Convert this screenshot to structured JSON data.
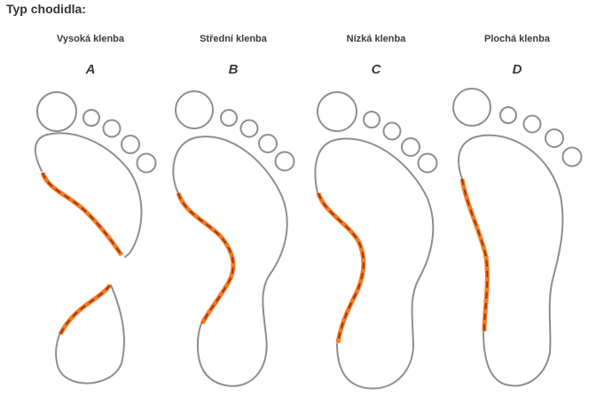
{
  "header": {
    "title": "Typ chodidla:"
  },
  "columns": [
    {
      "label": "Vysoká klenba",
      "letter": "A"
    },
    {
      "label": "Střední klenba",
      "letter": "B"
    },
    {
      "label": "Nízká klenba",
      "letter": "C"
    },
    {
      "label": "Plochá klenba",
      "letter": "D"
    }
  ],
  "colors": {
    "outline": "#8e8e8e",
    "arch": "#f47b20",
    "arch_dash": "#9b2f1f",
    "text": "#333333"
  }
}
